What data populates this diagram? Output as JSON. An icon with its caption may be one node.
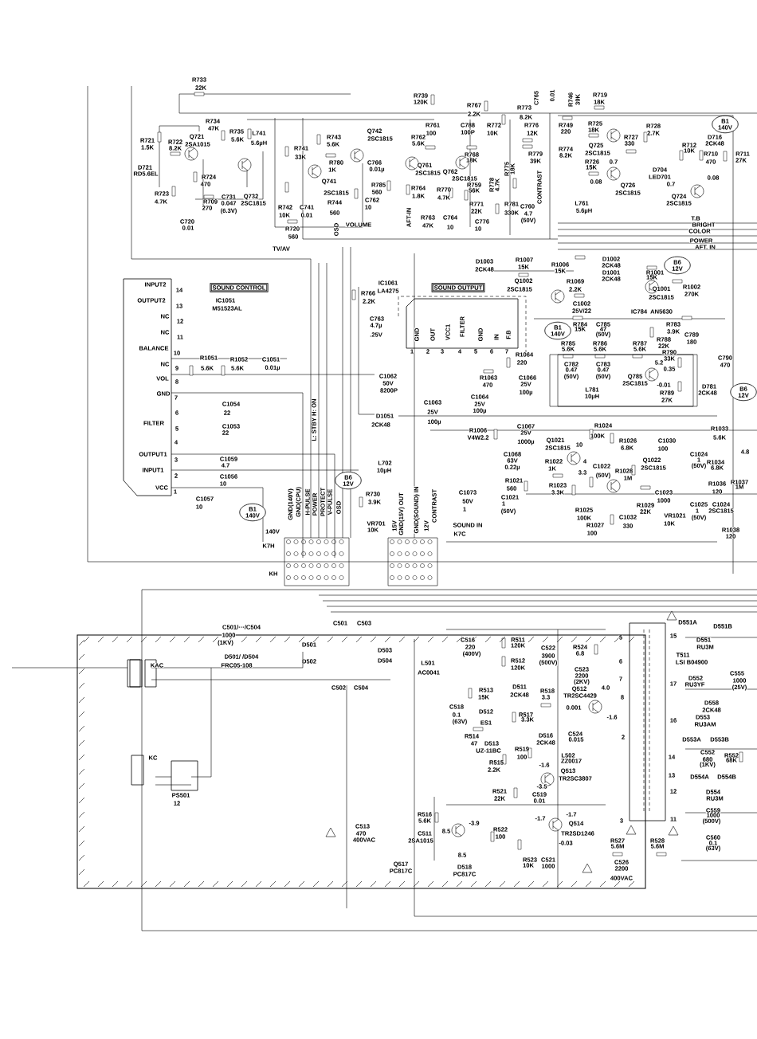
{
  "diagram": {
    "nodes": [
      {
        "text": [
          "SOUND CONTROL"
        ]
      },
      {
        "text": [
          "SOUND OUTPUT"
        ]
      },
      {
        "text": [
          "B1 140V"
        ]
      },
      {
        "text": [
          "B6 12V"
        ]
      },
      {
        "text": [
          "B1 140V"
        ]
      },
      {
        "text": [
          "B6 12V"
        ]
      },
      {
        "text": [
          "B6 12V"
        ]
      },
      {
        "text": [
          "B1 140V"
        ]
      }
    ],
    "labels": [
      "R733",
      "22K",
      "R734",
      "47K",
      "R735",
      "5.6K",
      "L741",
      "5.6µH",
      "R721",
      "1.5K",
      "R722",
      "8.2K",
      "Q721",
      "2SA1015",
      "D721",
      "RD5.6EL",
      "R724",
      "470",
      "R723",
      "4.7K",
      "R709",
      "270",
      "C731",
      "0.047",
      "(6.3V)",
      "Q732",
      "2SC1815",
      "C720",
      "0.01",
      "R741",
      "33K",
      "R743",
      "5.6K",
      "R780",
      "1K",
      "Q741",
      "2SC1815",
      "R744",
      "560",
      "R742",
      "10K",
      "C741",
      "0.01",
      "R720",
      "560",
      "Q742",
      "2SC1815",
      "C766",
      "0.01µ",
      "R785",
      "560",
      "C762",
      "10",
      "VOLUME",
      "OSD",
      "TV/AV",
      "AFT-IN",
      "R739",
      "120K",
      "R761",
      "100",
      "R762",
      "5.6K",
      "Q761",
      "2SC1815",
      "R764",
      "1.8K",
      "R763",
      "47K",
      "R767",
      "2.2K",
      "R773",
      "8.2K",
      "C765",
      "0.01",
      "R746",
      "39K",
      "R719",
      "18K",
      "C788",
      "100P",
      "R772",
      "10K",
      "R776",
      "12K",
      "R768",
      "18K",
      "Q762",
      "2SC1815",
      "R770",
      "4.7K",
      "R759",
      "56K",
      "R779",
      "39K",
      "R778",
      "4.7K",
      "R775",
      "18K",
      "R771",
      "22K",
      "C764",
      "10",
      "C776",
      "10",
      "R781",
      "330K",
      "C760",
      "4.7",
      "(50V)",
      "CONTRAST",
      "R749",
      "220",
      "R774",
      "8.2K",
      "R725",
      "18K",
      "Q725",
      "2SC1815",
      "R727",
      "330",
      "R728",
      "2.7K",
      "R726",
      "0.7",
      "15K",
      "0.08",
      "Q726",
      "2SC1815",
      "D704",
      "LED701",
      "0.7",
      "R712",
      "10K",
      "D716",
      "2CK48",
      "R710",
      "470",
      "R711",
      "27K",
      "0.08",
      "L761",
      "5.6µH",
      "Q724",
      "2SC1815",
      "T.B",
      "BRIGHT",
      "COLOR",
      "POWER",
      "AFT. IN",
      "D1003",
      "2CK48",
      "R1007",
      "15K",
      "R1006",
      "15K",
      "D1002",
      "2CK48",
      "D1001",
      "2CK48",
      "R1001",
      "15K",
      "Q1002",
      "2SC1815",
      "R1069",
      "2.2K",
      "Q1001",
      "2SC1815",
      "R1002",
      "270K",
      "C1002",
      "25V/22",
      "IC784",
      "AN5630",
      "R784",
      "15K",
      "C785",
      "47",
      "(50V)",
      "R783",
      "3.9K",
      "R785",
      "5.6K",
      "R786",
      "5.6K",
      "R787",
      "5.6K",
      "R788",
      "22K",
      "C789",
      "180",
      "R790",
      "33K",
      "C782",
      "0.47",
      "(50V)",
      "C783",
      "0.47",
      "(50V)",
      "Q785",
      "2SC1815",
      "5.2",
      "0.35",
      "C790",
      "470",
      "-0.01",
      "L781",
      "10µH",
      "R789",
      "27K",
      "D781",
      "2CK48",
      "R1064",
      "220",
      "R1063",
      "470",
      "C1066",
      "25V",
      "100µ",
      "C1064",
      "25V",
      "100µ",
      "C1063",
      "25V",
      "100µ",
      "R1006",
      "V4W2.2",
      "C1067",
      "25V",
      "1000µ",
      "C1068",
      "63V",
      "0.22µ",
      "R1021",
      "560",
      "C1021",
      "1",
      "(50V)",
      "C1073",
      "50V",
      "1",
      "SOUND IN",
      "K7C",
      "R1024",
      "100K",
      "Q1021",
      "2SC1815",
      "10",
      "4",
      "3.3",
      "R1026",
      "6.8K",
      "C1030",
      "100",
      "Q1022",
      "2SC1815",
      "R1022",
      "1K",
      "C1022",
      "(50V)",
      "R1028",
      "1M",
      "R1023",
      "3.3K",
      "C1023",
      "1000",
      "R1029",
      "22K",
      "VR1021",
      "10K",
      "R1025",
      "100K",
      "R1027",
      "100",
      "C1032",
      "330",
      "R1033",
      "5.6K",
      "C1024",
      "1",
      "(50V)",
      "R1034",
      "6.8K",
      "R1036",
      "120",
      "R1037",
      "1M",
      "C1025",
      "1",
      "(50V)",
      "C1024",
      "2SC1815",
      "R1038",
      "120",
      "4.8",
      "INPUT2",
      "OUTPUT2",
      "NC",
      "NC",
      "BALANCE",
      "NC",
      "VOL",
      "GND",
      "FILTER",
      "OUTPUT1",
      "INPUT1",
      "VCC",
      "14",
      "13",
      "12",
      "11",
      "10",
      "9",
      "8",
      "7",
      "6",
      "5",
      "4",
      "3",
      "2",
      "1",
      "IC1051",
      "M51523AL",
      "R1051",
      "5.6K",
      "R1052",
      "5.6K",
      "C1051",
      "0.01µ",
      "C1054",
      "22",
      "C1053",
      "22",
      "C1059",
      "4.7",
      "C1056",
      "10",
      "C1057",
      "10",
      "L: STBY H: ON",
      "R766",
      "2.2K",
      "C763",
      "4.7µ",
      ".25V",
      "IC1061",
      "LA4275",
      "C1062",
      "50V",
      "8200P",
      "D1051",
      "2CK48",
      "L702",
      "10µH",
      "R730",
      "3.9K",
      "140V",
      "VR701",
      "10K",
      "K7H",
      "GND(140V)",
      "GND(CPU)",
      "H-PULSE",
      "POWER",
      "PROTECT",
      "V-PULSE",
      "OSD",
      "15V",
      "GND(15V) OUT",
      "GND(SOUND) IN",
      "12V",
      "CONTRAST",
      "GND",
      "OUT",
      "VCC1",
      "FILTER",
      "GND",
      "IN",
      "F.B",
      "1",
      "2",
      "3",
      "4",
      "5",
      "6",
      "7",
      "KH",
      "C501/···/C504",
      "1000",
      "(1KV)",
      "KAC",
      "D501/ /D504",
      "FRC05-108",
      "D501",
      "D502",
      "C501",
      "C503",
      "D503",
      "D504",
      "C502",
      "C504",
      "L501",
      "AC0041",
      "KC",
      "PS501",
      "12",
      "C513",
      "470",
      "400VAC",
      "R516",
      "5.6K",
      "C511",
      "2SA1015",
      "Q517",
      "PC817C",
      "C516",
      "220",
      "(400V)",
      "R511",
      "120K",
      "R512",
      "120K",
      "C522",
      "3900",
      "(500V)",
      "R524",
      "6.8",
      "C523",
      "2200",
      "(2KV)",
      "R513",
      "15K",
      "D511",
      "2CK48",
      "R518",
      "3.3",
      "Q512",
      "TR2SC4429",
      "4.0",
      "0.001",
      "-1.6",
      "5",
      "6",
      "7",
      "8",
      "2",
      "3",
      "C518",
      "0.1",
      "(63V)",
      "D512",
      "ES1",
      "R517",
      "3.3K",
      "R514",
      "47",
      "D513",
      "UZ-11BC",
      "D516",
      "2CK48",
      "C524",
      "0.015",
      "R515",
      "2.2K",
      "R519",
      "100",
      "L502",
      "ZZ0017",
      "-1.6",
      "Q513",
      "TR2SC3807",
      "-3.5",
      "C519",
      "0.01",
      "R521",
      "22K",
      "-3.9",
      "8.5",
      "8.5",
      "R522",
      "100",
      "-1.7",
      "-1.7",
      "Q514",
      "TR2SD1246",
      "-0.03",
      "D518",
      "PC817C",
      "R523",
      "10K",
      "C521",
      "1000",
      "R527",
      "5.6M",
      "R528",
      "5.6M",
      "C526",
      "2200",
      "400VAC",
      "D551A",
      "D551B",
      "D551",
      "RU3M",
      "T511",
      "LSI B04900",
      "15",
      "17",
      "16",
      "14",
      "13",
      "12",
      "11",
      "D552",
      "RU3YF",
      "C555",
      "1000",
      "(25V)",
      "D558",
      "2CK48",
      "D553",
      "RU3AM",
      "D553A",
      "D553B",
      "C552",
      "680",
      "(1KV)",
      "R552",
      "68K",
      "D554A",
      "D554B",
      "D554",
      "RU3M",
      "C559",
      "1000",
      "(500V)",
      "C560",
      "0.1",
      "(63V)"
    ]
  }
}
